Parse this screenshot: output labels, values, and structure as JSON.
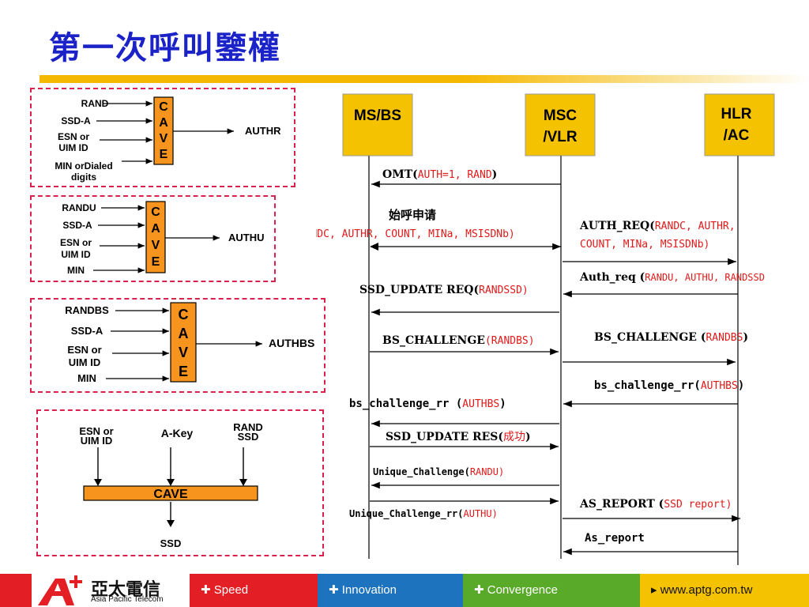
{
  "title": "第一次呼叫鑒權",
  "cave_box_1": {
    "inputs": [
      "RAND",
      "SSD-A",
      "ESN or",
      "UIM ID",
      "MIN orDialed",
      "digits"
    ],
    "block_letters": [
      "C",
      "A",
      "V",
      "E"
    ],
    "output": "AUTHR"
  },
  "cave_box_2": {
    "inputs": [
      "RANDU",
      "SSD-A",
      "ESN or",
      "UIM ID",
      "MIN"
    ],
    "block_letters": [
      "C",
      "A",
      "V",
      "E"
    ],
    "output": "AUTHU"
  },
  "cave_box_3": {
    "inputs": [
      "RANDBS",
      "SSD-A",
      "ESN or",
      "UIM ID",
      "MIN"
    ],
    "block_letters": [
      "C",
      "A",
      "V",
      "E"
    ],
    "output": "AUTHBS"
  },
  "cave_box_4": {
    "input_esn_1": "ESN or",
    "input_esn_2": "UIM ID",
    "input_akey": "A-Key",
    "input_rand_1": "RAND",
    "input_rand_2": "SSD",
    "block": "CAVE",
    "output": "SSD"
  },
  "entities": {
    "ms_bs": "MS/BS",
    "msc_1": "MSC",
    "msc_2": "/VLR",
    "hlr_1": "HLR",
    "hlr_2": "/AC"
  },
  "messages": {
    "omt_name": "OMT(",
    "omt_params": "AUTH=1, RAND",
    "omt_close": ")",
    "origination_cn": "始呼申请",
    "origination_params": "(RANDC, AUTHR, COUNT, MINa, MSISDNb)",
    "auth_req_name": "AUTH_REQ(",
    "auth_req_params_1": "RANDC, AUTHR,",
    "auth_req_params_2": "COUNT,  MINa, MSISDNb)",
    "auth_req_resp_name": "Auth_req  (",
    "auth_req_resp_params": "RANDU, AUTHU, RANDSSD",
    "ssd_update_req_name": "SSD_UPDATE REQ(",
    "ssd_update_req_params": "RANDSSD)",
    "bs_challenge_left_name": "BS_CHALLENGE",
    "bs_challenge_left_params": "(RANDBS)",
    "bs_challenge_right_name": "BS_CHALLENGE  (",
    "bs_challenge_right_params": "RANDBS",
    "bs_challenge_right_close": ")",
    "bs_challenge_rr_right_name": "bs_challenge_rr(",
    "bs_challenge_rr_right_params": "AUTHBS",
    "bs_challenge_rr_right_close": ")",
    "bs_challenge_rr_left_name": "bs_challenge_rr  (",
    "bs_challenge_rr_left_params": "AUTHBS",
    "bs_challenge_rr_left_close": ")",
    "ssd_update_res_name": "SSD_UPDATE RES(",
    "ssd_update_res_params": "成功",
    "ssd_update_res_close": ")",
    "unique_challenge_name": "Unique_Challenge(",
    "unique_challenge_params": "RANDU)",
    "unique_challenge_rr_name": "Unique_Challenge_rr(",
    "unique_challenge_rr_params": "AUTHU)",
    "as_report_name": "AS_REPORT (",
    "as_report_params": "SSD report)",
    "as_report_resp": "As_report"
  },
  "footer": {
    "logo_cn": "亞太電信",
    "logo_en": "Asia Pacific Telecom",
    "speed": "Speed",
    "innovation": "Innovation",
    "convergence": "Convergence",
    "url": "www.aptg.com.tw"
  },
  "colors": {
    "title": "#1a22c8",
    "title_bar": "#f5b800",
    "cave_block": "#f7941d",
    "entity_box": "#f5c200",
    "dashed_border": "#d9214e",
    "param_text": "#e01919",
    "footer_red": "#e31e24",
    "footer_blue": "#1e73be",
    "footer_green": "#5aaa2a",
    "footer_yellow": "#f5c200"
  },
  "icons": {
    "bullet_plus": "plus-icon",
    "bullet_arrow": "arrow-right-icon",
    "logo": "aptg-a-logo-icon"
  }
}
